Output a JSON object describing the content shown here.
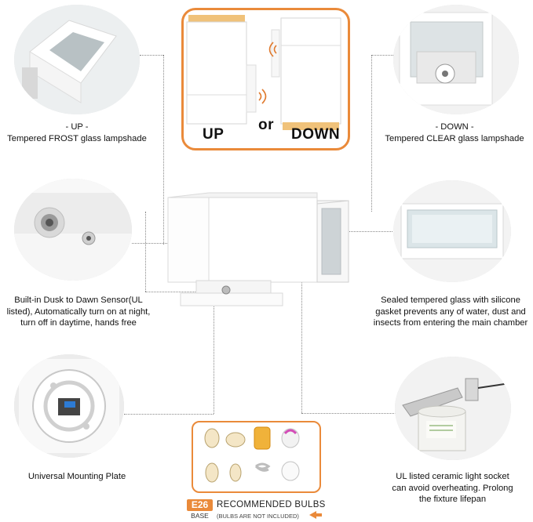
{
  "top_center": {
    "up_label": "UP",
    "or_label": "or",
    "down_label": "DOWN"
  },
  "features": {
    "up": {
      "line1": "- UP -",
      "line2": "Tempered FROST glass lampshade"
    },
    "down": {
      "line1": "- DOWN -",
      "line2": "Tempered CLEAR glass lampshade"
    },
    "sensor": {
      "line1": "Built-in Dusk to Dawn Sensor(UL",
      "line2": "listed), Automatically turn on at night,",
      "line3": "turn off in daytime, hands free"
    },
    "gasket": {
      "line1": "Sealed tempered glass with silicone",
      "line2": "gasket prevents any of water, dust and",
      "line3": "insects from entering the main chamber"
    },
    "plate": {
      "line1": "Universal Mounting Plate"
    },
    "socket": {
      "line1": "UL listed ceramic light socket",
      "line2": "can avoid overheating. Prolong",
      "line3": "the fixture lifepan"
    }
  },
  "bulbs": {
    "badge": "E26",
    "base": "BASE",
    "title": "RECOMMENDED BULBS",
    "note": "(BULBS ARE NOT INCLUDED)"
  },
  "colors": {
    "accent": "#ea8a3a"
  },
  "icons": [
    "frost-glass-closeup-icon",
    "clear-glass-closeup-icon",
    "sensor-closeup-icon",
    "gasket-closeup-icon",
    "mounting-plate-icon",
    "ceramic-socket-icon",
    "bulb-icon"
  ]
}
